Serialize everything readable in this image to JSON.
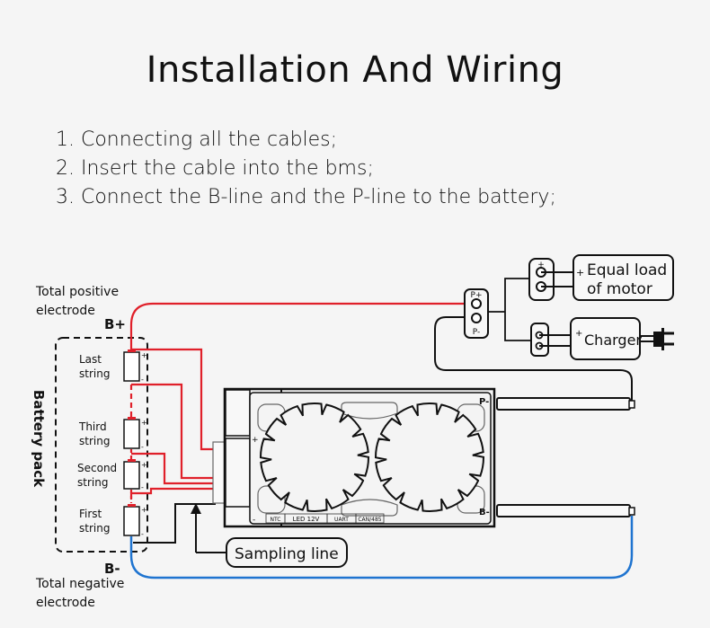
{
  "title": "Installation And Wiring",
  "steps": [
    "1. Connecting all the cables;",
    "2. Insert the cable into the bms;",
    "3. Connect the B-line and the P-line to the battery;"
  ],
  "diagram": {
    "total_positive": [
      "Total positive",
      "electrode"
    ],
    "total_negative": [
      "Total negative",
      "electrode"
    ],
    "b_plus": "B+",
    "b_minus": "B-",
    "battery_pack": "Battery pack",
    "cells": [
      [
        "Last",
        "string"
      ],
      [
        "Third",
        "string"
      ],
      [
        "Second",
        "string"
      ],
      [
        "First",
        "string"
      ]
    ],
    "plus_sign": "+",
    "minus_sign": "-",
    "p_plus": "P+",
    "p_minus": "P-",
    "bms_p_minus": "P-",
    "bms_b_minus": "B-",
    "ports": [
      "NTC",
      "LED 12V",
      "UART",
      "CAN/485"
    ],
    "load": [
      "Equal load",
      "of motor"
    ],
    "charger": "Charger",
    "sampling_line": "Sampling line",
    "colors": {
      "positive": "#e0202a",
      "negative": "#1f74d0",
      "wire": "#111111"
    }
  }
}
